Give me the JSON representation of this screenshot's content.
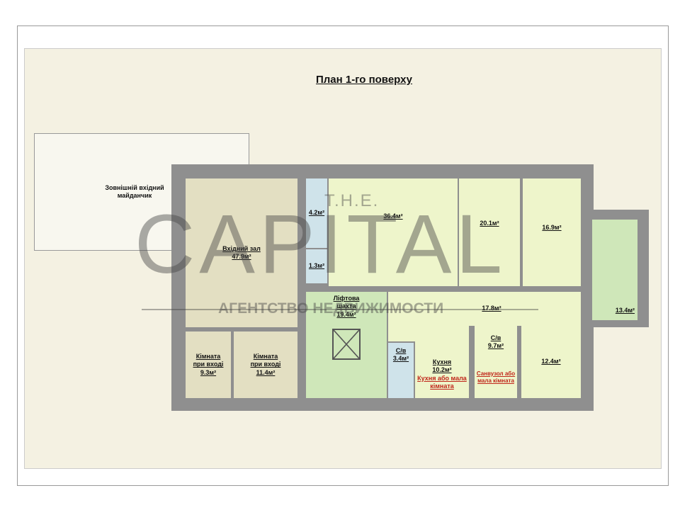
{
  "title": "План 1-го поверху",
  "platform": "Зовнішній вхідний майданчик",
  "rooms": {
    "hall": {
      "name": "Вхідний зал",
      "area": "47.9м²"
    },
    "wc1": {
      "area": "4.2м²"
    },
    "wc2": {
      "area": "1.3м²"
    },
    "r364": {
      "area": "36.4м²"
    },
    "r201": {
      "area": "20.1м²"
    },
    "r169": {
      "area": "16.9м²"
    },
    "lift": {
      "name": "Ліфтова шахта",
      "area": "19.4м²"
    },
    "corridor": {
      "area": "17.8м²"
    },
    "stair": {
      "area": "13.4м²"
    },
    "sv1": {
      "name": "С/в",
      "area": "3.4м²"
    },
    "kitchen": {
      "name": "Кухня",
      "area": "10.2м²",
      "note": "Кухня або мала кімната"
    },
    "sv2": {
      "name": "С/в",
      "area": "9.7м²",
      "note": "Санвузол або мала кімната"
    },
    "r124": {
      "area": "12.4м²"
    },
    "k1": {
      "name": "Кімната при вході",
      "area": "9.3м²"
    },
    "k2": {
      "name": "Кімната при вході",
      "area": "11.4м²"
    }
  },
  "watermark": {
    "top": "Т.Н.Е.",
    "main": "CAPITAL",
    "sub": "АГЕНТСТВО НЕДВИЖИМОСТИ"
  }
}
